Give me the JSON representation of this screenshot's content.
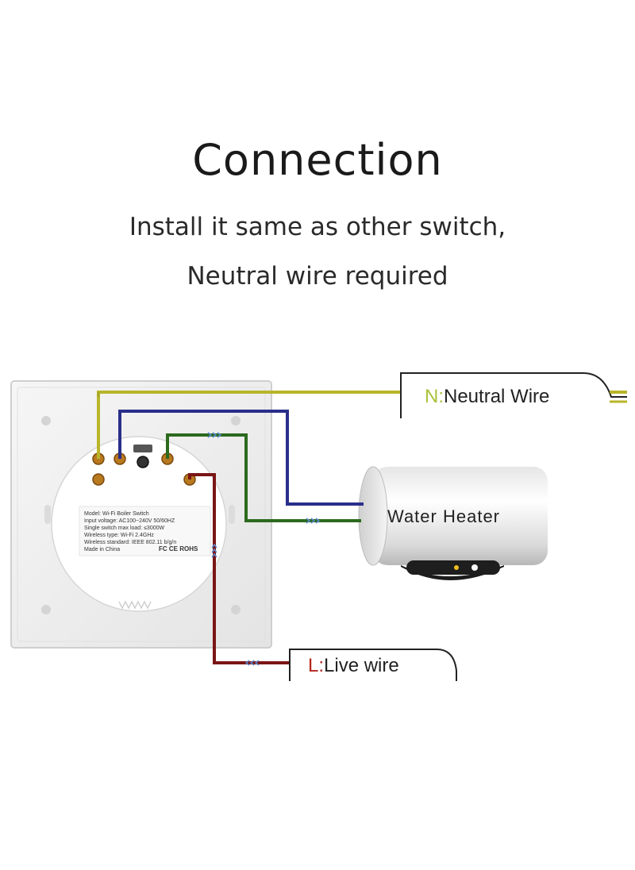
{
  "header": {
    "title": "Connection",
    "line1": "Install it same as other switch,",
    "line2": "Neutral wire required"
  },
  "labels": {
    "neutral_prefix": "N:",
    "neutral_text": "Neutral Wire",
    "live_prefix": "L:",
    "live_text": "Live wire",
    "heater_text": "Water Heater"
  },
  "device_label": {
    "line1": "Model:   Wi-Fi Boiler Switch",
    "line2": "Input voltage:  AC100~240V  50/60HZ",
    "line3": "Single switch max load:  ≤3000W",
    "line4": "Wireless type:  Wi-Fi 2.4GHz",
    "line5": "Wireless standard:  IEEE 802.11 b/g/n",
    "line6": "Made in China",
    "marks": "FC CE ROHS"
  },
  "colors": {
    "neutral": "#b8b52a",
    "neutral_label": "#a8c23a",
    "blue": "#2a2f8a",
    "green": "#2c6a1e",
    "live": "#7a1515",
    "live_label": "#b3261e"
  }
}
